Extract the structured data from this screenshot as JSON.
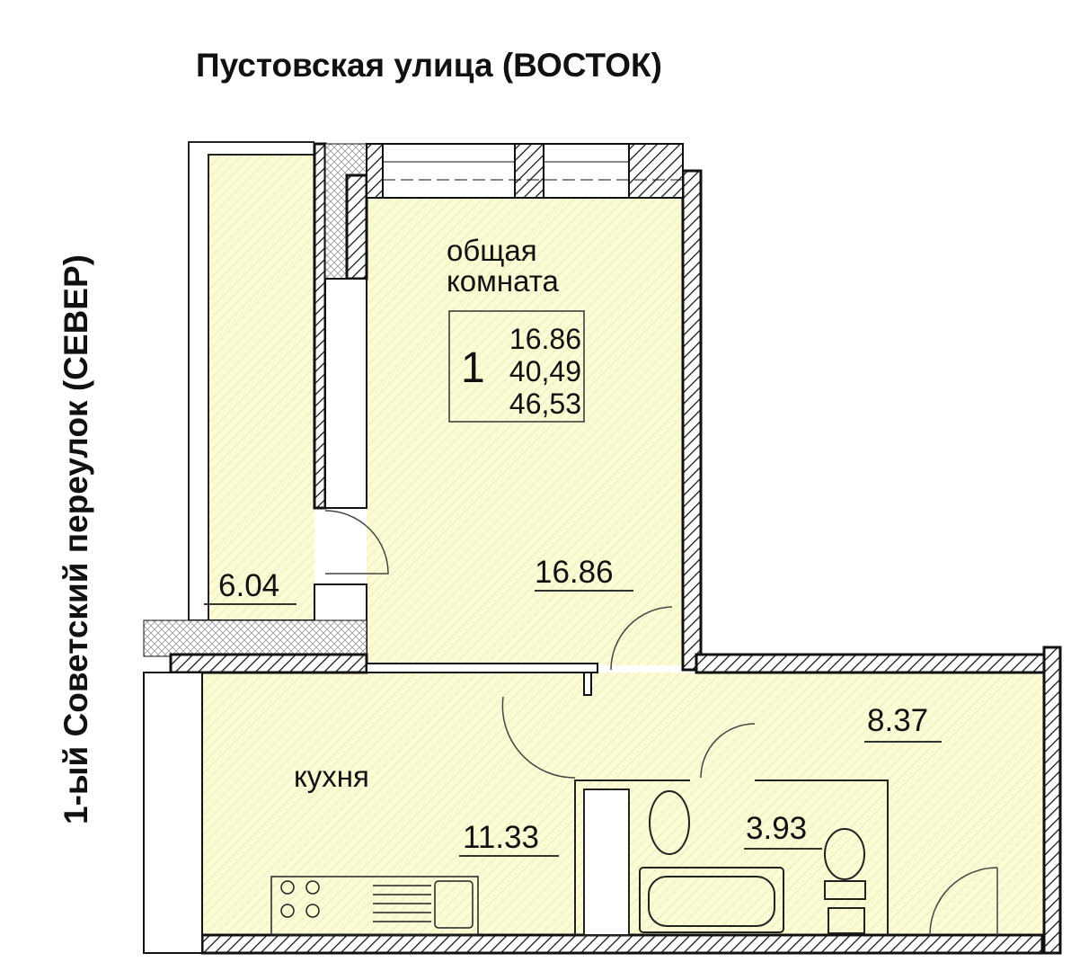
{
  "street_east": "Пустовская улица (ВОСТОК)",
  "street_north": "1-ый Советский переулок (СЕВЕР)",
  "rooms": {
    "living": {
      "name_line1": "общая",
      "name_line2": "комната",
      "area": "16.86"
    },
    "balcony": {
      "area": "6.04"
    },
    "kitchen": {
      "name": "кухня",
      "area": "11.33"
    },
    "hall": {
      "area": "8.37"
    },
    "bathroom": {
      "area": "3.93"
    }
  },
  "info_box": {
    "rooms_count": "1",
    "living_area": "16.86",
    "total_area": "40,49",
    "total_with_balcony": "46,53"
  },
  "colors": {
    "floor": "#fafad2",
    "hatch": "#e3e3a8",
    "wall": "#111111"
  }
}
